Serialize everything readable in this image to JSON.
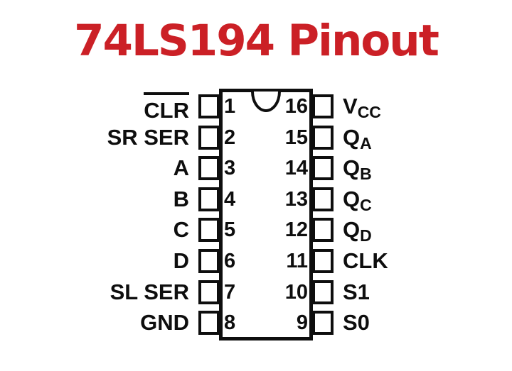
{
  "title": "74LS194 Pinout",
  "colors": {
    "title_red": "#CB2026",
    "ink_black": "#0E0E0E",
    "background": "#FFFFFF"
  },
  "chip": {
    "rows": [
      {
        "left": {
          "label": "CLR",
          "overline": true,
          "sub": ""
        },
        "left_pin": "1",
        "right_pin": "16",
        "right": {
          "label": "V",
          "overline": false,
          "sub": "CC"
        }
      },
      {
        "left": {
          "label": "SR SER",
          "overline": false,
          "sub": ""
        },
        "left_pin": "2",
        "right_pin": "15",
        "right": {
          "label": "Q",
          "overline": false,
          "sub": "A"
        }
      },
      {
        "left": {
          "label": "A",
          "overline": false,
          "sub": ""
        },
        "left_pin": "3",
        "right_pin": "14",
        "right": {
          "label": "Q",
          "overline": false,
          "sub": "B"
        }
      },
      {
        "left": {
          "label": "B",
          "overline": false,
          "sub": ""
        },
        "left_pin": "4",
        "right_pin": "13",
        "right": {
          "label": "Q",
          "overline": false,
          "sub": "C"
        }
      },
      {
        "left": {
          "label": "C",
          "overline": false,
          "sub": ""
        },
        "left_pin": "5",
        "right_pin": "12",
        "right": {
          "label": "Q",
          "overline": false,
          "sub": "D"
        }
      },
      {
        "left": {
          "label": "D",
          "overline": false,
          "sub": ""
        },
        "left_pin": "6",
        "right_pin": "11",
        "right": {
          "label": "CLK",
          "overline": false,
          "sub": ""
        }
      },
      {
        "left": {
          "label": "SL SER",
          "overline": false,
          "sub": ""
        },
        "left_pin": "7",
        "right_pin": "10",
        "right": {
          "label": "S1",
          "overline": false,
          "sub": ""
        }
      },
      {
        "left": {
          "label": "GND",
          "overline": false,
          "sub": ""
        },
        "left_pin": "8",
        "right_pin": "9",
        "right": {
          "label": "S0",
          "overline": false,
          "sub": ""
        }
      }
    ]
  }
}
